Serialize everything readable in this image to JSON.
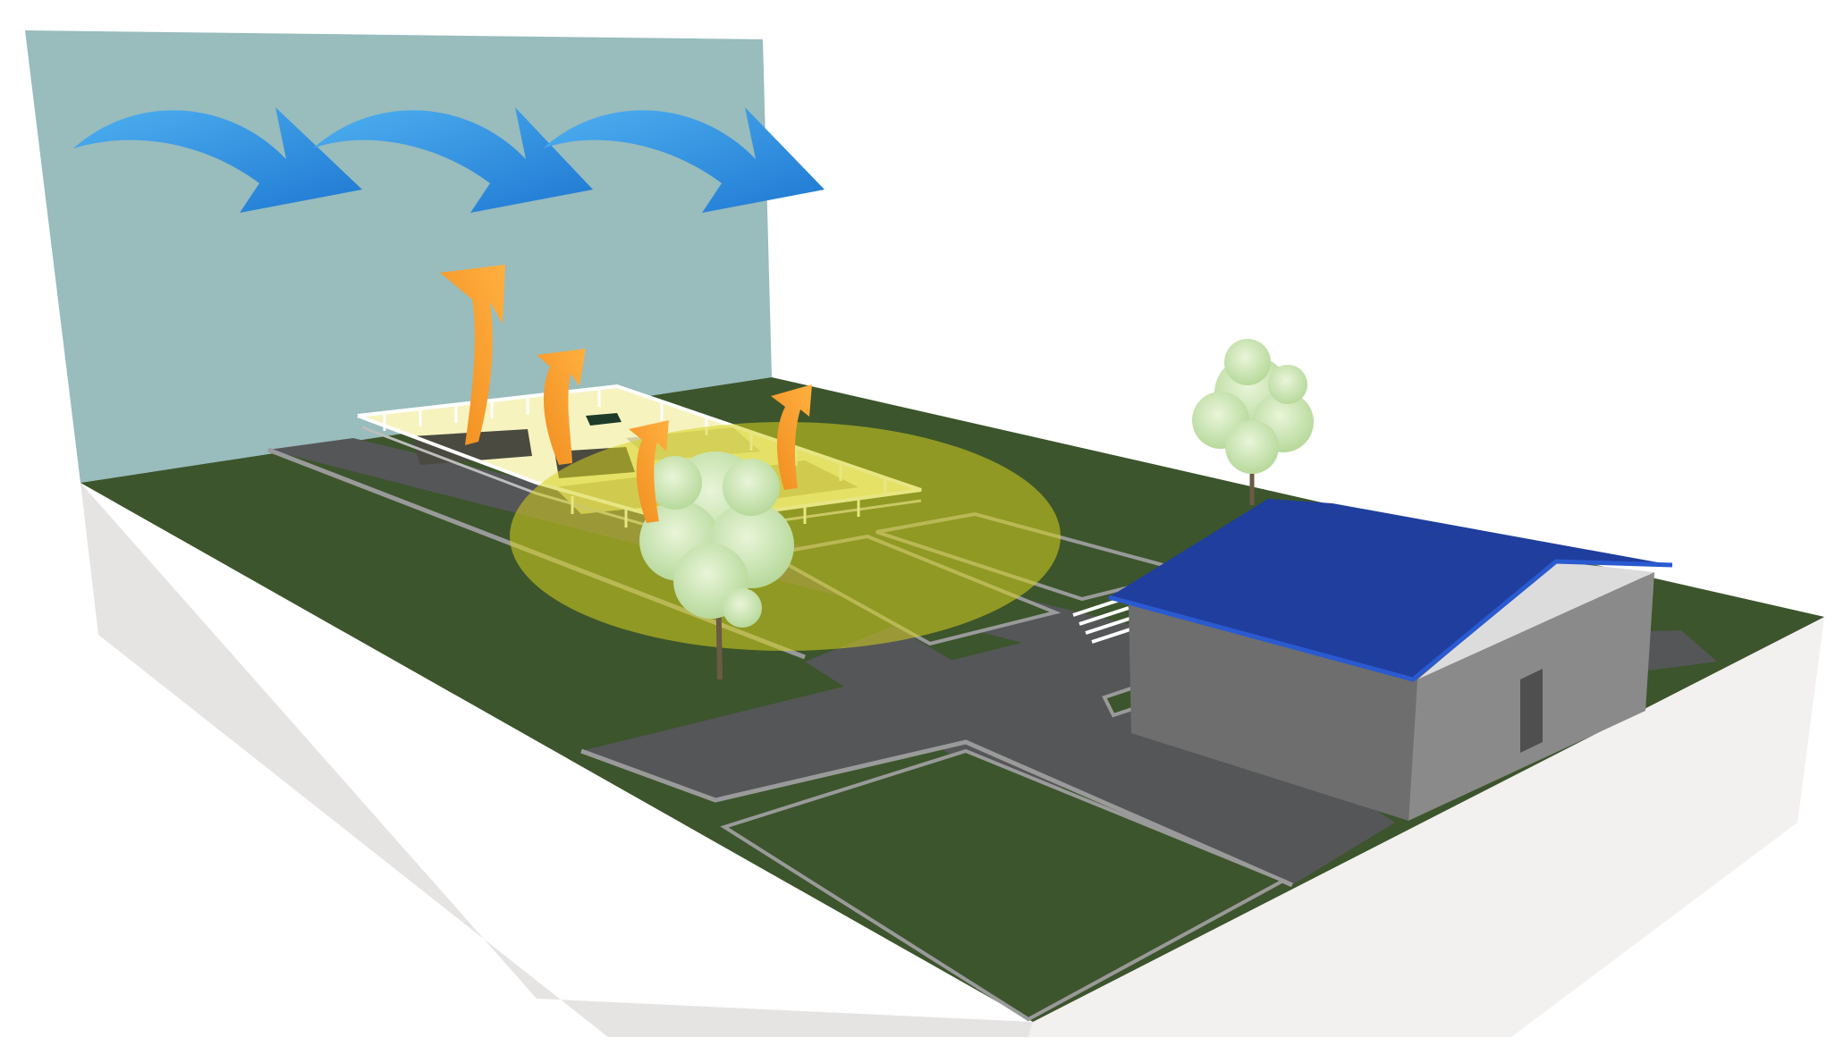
{
  "colors": {
    "background": "#ffffff",
    "back_wall": "#99bcbd",
    "lawn": "#3c552c",
    "road": "#555657",
    "road_curb": "#9a9a9a",
    "slab_side_left": "#e6e3e3",
    "slab_side_right": "#f3f0f0",
    "plant_fill": "#f6f3bf",
    "plant_trench": "#4a4a40",
    "odor_zone": "#d6d21e",
    "wind_arrow": "#1e78d2",
    "wind_arrow_light": "#4fb0f0",
    "odor_arrow": "#f08c1e",
    "odor_arrow_light": "#ffb040",
    "building_roof": "#1f3e9e",
    "building_roof_edge": "#2a5ad0",
    "building_wall_front": "#6e6e6e",
    "building_wall_side": "#8a8a8a",
    "building_gable": "#dcdcdc",
    "tree_trunk": "#6b5a44",
    "tree_foliage": "#b7d99b"
  },
  "icons": {
    "wind": "curved-arrow-right",
    "odor": "curved-arrow-up",
    "tree": "deciduous-tree",
    "building": "pitched-roof-house"
  },
  "scene": {
    "wind_arrow_count": 3,
    "odor_arrow_count": 4,
    "tree_count": 2
  }
}
